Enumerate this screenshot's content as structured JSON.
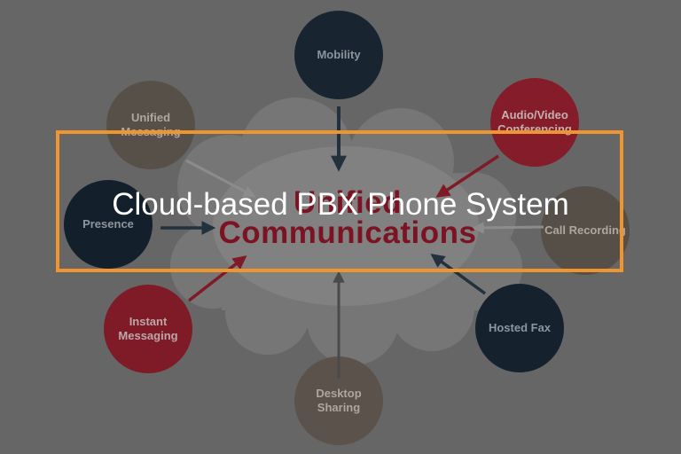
{
  "overlay": {
    "title": "Cloud-based PBX Phone System",
    "box_color": "#ee9530",
    "title_color": "#ffffff"
  },
  "diagram": {
    "background_color": "#666666",
    "cloud_color": "#767676",
    "cloud_highlight_color": "#818181",
    "center_title": {
      "line1": "Unified",
      "line2": "Communications",
      "color": "#7c1322"
    },
    "nodes": [
      {
        "label": "Mobility",
        "color": "#18242f",
        "text_color": "#8d959e"
      },
      {
        "label": "Unified Messaging",
        "color": "#575049",
        "text_color": "#afa69d"
      },
      {
        "label": "Audio/Video Conferencing",
        "color": "#851c29",
        "text_color": "#c2b1b1"
      },
      {
        "label": "Presence",
        "color": "#131f2a",
        "text_color": "#8d959e"
      },
      {
        "label": "Call Recording",
        "color": "#564f48",
        "text_color": "#afa69d"
      },
      {
        "label": "Instant Messaging",
        "color": "#7e1b27",
        "text_color": "#bba7ab"
      },
      {
        "label": "Hosted Fax",
        "color": "#15222e",
        "text_color": "#8d959e"
      },
      {
        "label": "Desktop Sharing",
        "color": "#5a524b",
        "text_color": "#afa69d"
      }
    ],
    "arrow_colors": {
      "navy": "#23313e",
      "red": "#7e1b27",
      "gray_light": "#8c8c8c",
      "gray_dark": "#4a4a4a"
    }
  }
}
